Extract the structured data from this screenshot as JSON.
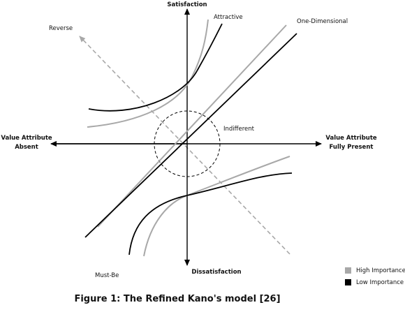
{
  "labels": {
    "satisfaction": "Satisfaction",
    "dissatisfaction": "Dissatisfaction",
    "absent_line1": "Value Attribute",
    "absent_line2": "Absent",
    "present_line1": "Value Attribute",
    "present_line2": "Fully Present",
    "attractive": "Attractive",
    "one_dimensional": "One-Dimensional",
    "reverse": "Reverse",
    "indifferent": "Indifferent",
    "must_be": "Must-Be"
  },
  "legend": [
    {
      "label": "High Importance",
      "color": "#a8a8a8"
    },
    {
      "label": "Low Importance",
      "color": "#000000"
    }
  ],
  "caption": "Figure 1: The Refined Kano's model [26]"
}
